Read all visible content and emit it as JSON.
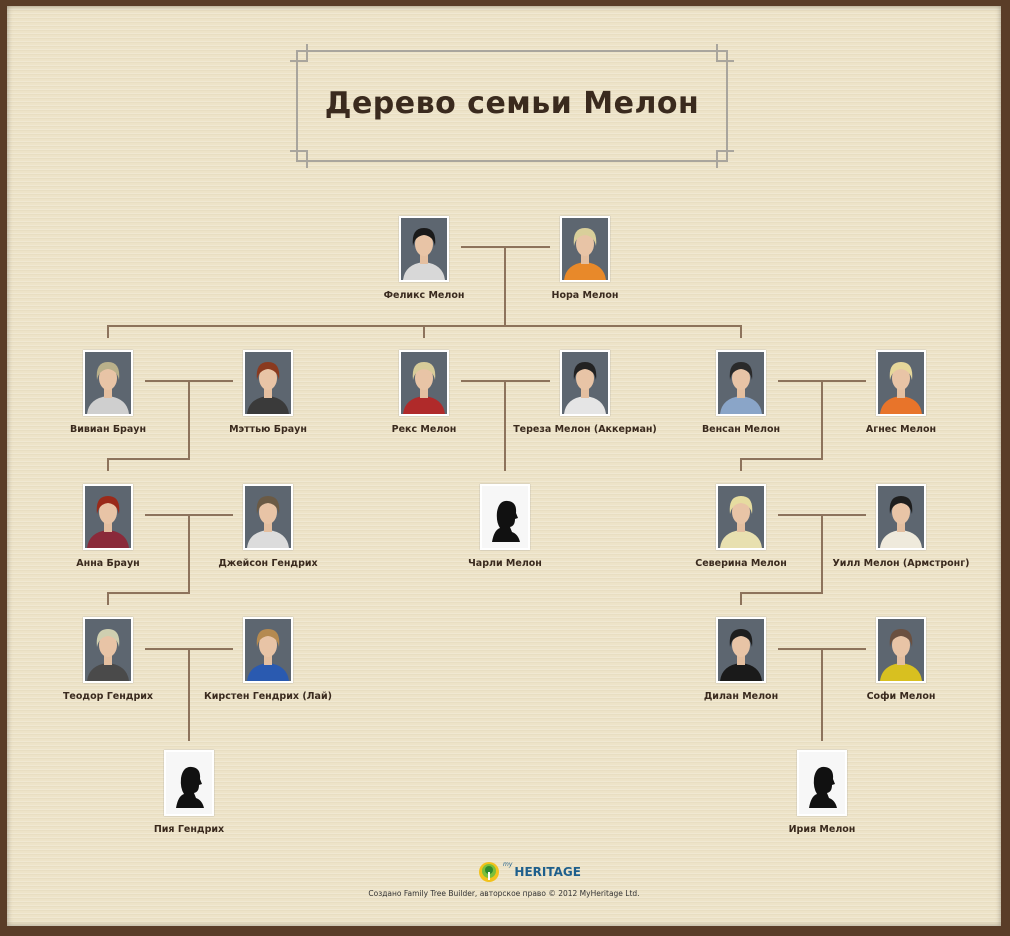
{
  "title": "Дерево семьи Мелон",
  "people": [
    {
      "id": "felix",
      "name": "Феликс Мелон",
      "photo": true,
      "hair": "#1a1a1a",
      "shirt": "#d8d8d8"
    },
    {
      "id": "nora",
      "name": "Нора Мелон",
      "photo": true,
      "hair": "#d9cf9a",
      "shirt": "#e8892a"
    },
    {
      "id": "vivian",
      "name": "Вивиан Браун",
      "photo": true,
      "hair": "#b9b08a",
      "shirt": "#cfcfcf"
    },
    {
      "id": "matthew",
      "name": "Мэттью Браун",
      "photo": true,
      "hair": "#8a3a1f",
      "shirt": "#3a3a3a"
    },
    {
      "id": "rex",
      "name": "Рекс Мелон",
      "photo": true,
      "hair": "#d8cc99",
      "shirt": "#b02a2a"
    },
    {
      "id": "tereza",
      "name": "Тереза Мелон (Аккерман)",
      "photo": true,
      "hair": "#222",
      "shirt": "#e5e5e5"
    },
    {
      "id": "vensan",
      "name": "Венсан Мелон",
      "photo": true,
      "hair": "#2a2a2a",
      "shirt": "#8aa5c8"
    },
    {
      "id": "agnes",
      "name": "Агнес Мелон",
      "photo": true,
      "hair": "#e6d79a",
      "shirt": "#e8742a"
    },
    {
      "id": "anna",
      "name": "Анна Браун",
      "photo": true,
      "hair": "#9a2a1a",
      "shirt": "#8a2a3a"
    },
    {
      "id": "jason",
      "name": "Джейсон Гендрих",
      "photo": true,
      "hair": "#6a5a45",
      "shirt": "#dcdcdc"
    },
    {
      "id": "charli",
      "name": "Чарли Мелон",
      "photo": false
    },
    {
      "id": "severina",
      "name": "Северина Мелон",
      "photo": true,
      "hair": "#e6dca0",
      "shirt": "#e8e0b0"
    },
    {
      "id": "will",
      "name": "Уилл Мелон (Армстронг)",
      "photo": true,
      "hair": "#1e1e1e",
      "shirt": "#efeadc"
    },
    {
      "id": "teodor",
      "name": "Теодор Гендрих",
      "photo": true,
      "hair": "#cfcfb0",
      "shirt": "#4a4a4a"
    },
    {
      "id": "kirsten",
      "name": "Кирстен Гендрих (Лай)",
      "photo": true,
      "hair": "#b58a50",
      "shirt": "#2a5ab0"
    },
    {
      "id": "dylan",
      "name": "Дилан Мелон",
      "photo": true,
      "hair": "#1e1e1e",
      "shirt": "#1a1a1a"
    },
    {
      "id": "sofi",
      "name": "Софи Мелон",
      "photo": true,
      "hair": "#6a5040",
      "shirt": "#d8c020"
    },
    {
      "id": "pia",
      "name": "Пия Гендрих",
      "photo": false
    },
    {
      "id": "iria",
      "name": "Ирия Мелон",
      "photo": false
    }
  ],
  "logo": "HERITAGE",
  "logo_prefix": "my",
  "footer": "Создано Family Tree Builder, авторское право © 2012 MyHeritage Ltd.",
  "colors": {
    "line": "#8d735c",
    "text": "#3a2a1e",
    "paper": "#ede3c8",
    "frame": "#5a3d28"
  }
}
